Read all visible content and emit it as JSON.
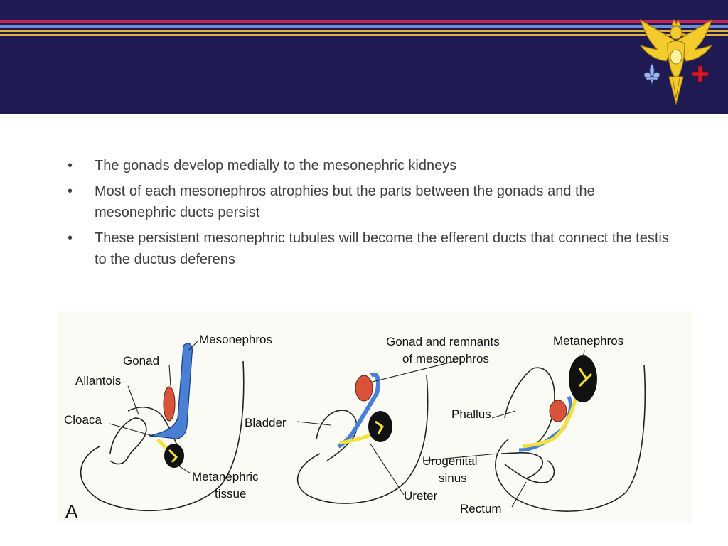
{
  "slide": {
    "bullets": [
      "The gonads develop medially to the mesonephric kidneys",
      "Most of each mesonephros atrophies but the parts between the gonads and the mesonephric ducts persist",
      "These persistent mesonephric tubules will become the efferent ducts that connect the testis to the ductus deferens"
    ],
    "bullet_symbol": "•"
  },
  "figure": {
    "labels": {
      "mesonephros": "Mesonephros",
      "gonad": "Gonad",
      "allantois": "Allantois",
      "cloaca": "Cloaca",
      "metanephric_1": "Metanephric",
      "metanephric_2": "tissue",
      "gonad_remnants_1": "Gonad and remnants",
      "gonad_remnants_2": "of mesonephros",
      "bladder": "Bladder",
      "metanephros": "Metanephros",
      "phallus": "Phallus",
      "urogenital_1": "Urogenital",
      "urogenital_2": "sinus",
      "ureter": "Ureter",
      "rectum": "Rectum",
      "panel": "A"
    }
  },
  "colors": {
    "header": "#1f1a52",
    "stripe_red": "#c0265a",
    "stripe_blue": "#6e8fd0",
    "stripe_gold": "#e2b53a",
    "duct_blue": "#4a7fd6",
    "gonad_red": "#d9533a",
    "ureter_yellow": "#f2e23a",
    "kidney_black": "#111111"
  },
  "icons": {
    "crest": "eagle-crest-logo"
  }
}
